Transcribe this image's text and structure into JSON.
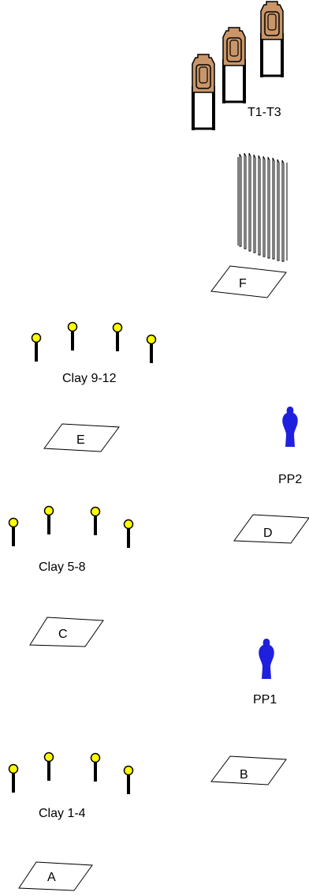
{
  "targets": {
    "label": "T1-T3"
  },
  "fence": {
    "box_label": "F"
  },
  "clays": [
    {
      "label": "Clay 9-12"
    },
    {
      "label": "Clay 5-8"
    },
    {
      "label": "Clay 1-4"
    }
  ],
  "boxes": {
    "e": "E",
    "d": "D",
    "c": "C",
    "b": "B",
    "a": "A"
  },
  "poppers": [
    {
      "label": "PP2"
    },
    {
      "label": "PP1"
    }
  ],
  "colors": {
    "target_body": "#C9966A",
    "clay_yellow": "#FFFF00",
    "popper_blue": "#1F1FE0",
    "line": "#000000"
  },
  "icons": [
    "steel-target-icon",
    "fence-panel-icon",
    "clay-stake-icon",
    "pepper-popper-icon",
    "shooting-box-icon"
  ]
}
